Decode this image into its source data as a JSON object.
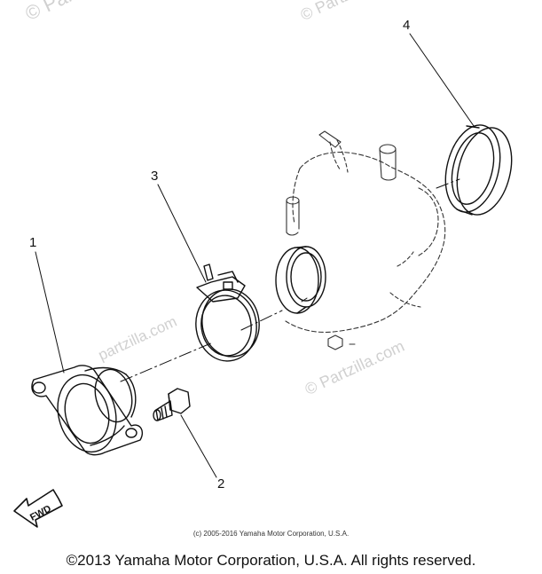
{
  "watermarks": {
    "top_left": "© Partzilla",
    "top_center": "© Partzilla",
    "mid_left": "partzilla.com",
    "mid_right": "© Partzilla.com"
  },
  "callouts": {
    "part_1": "1",
    "part_2": "2",
    "part_3": "3",
    "part_4": "4"
  },
  "fwd_label": "FWD",
  "copyright_small": "(c) 2005-2016 Yamaha Motor Corporation, U.S.A.",
  "copyright_main": "©2013 Yamaha Motor Corporation, U.S.A. All rights reserved."
}
